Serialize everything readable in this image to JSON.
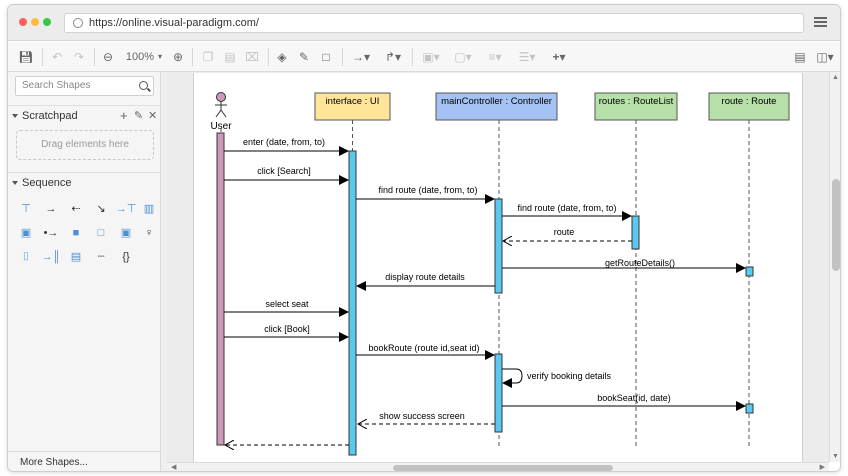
{
  "browser": {
    "url": "https://online.visual-paradigm.com/",
    "dot_colors": [
      "#fc605b",
      "#fdbc40",
      "#34c84a"
    ]
  },
  "toolbar": {
    "zoom": "100%",
    "icons": [
      "save-icon",
      "undo-icon",
      "redo-icon",
      "zoom-out-icon",
      "zoom-in-icon",
      "copy-icon",
      "paste-icon",
      "delete-icon",
      "fill-color-icon",
      "line-color-icon",
      "shadow-icon",
      "connector-icon",
      "waypoint-icon",
      "to-front-icon",
      "to-back-icon",
      "align-icon",
      "distribute-icon",
      "insert-icon",
      "format-panel-icon",
      "layout-panel-icon"
    ]
  },
  "sidebar": {
    "search_placeholder": "Search Shapes",
    "scratchpad_label": "Scratchpad",
    "drag_hint": "Drag elements here",
    "sequence_label": "Sequence",
    "more_shapes": "More Shapes..."
  },
  "diagram": {
    "actor": "User",
    "lifelines": [
      {
        "label": "interface : UI",
        "color": "#ffe599"
      },
      {
        "label": "mainController : Controller",
        "color": "#a4c2f4"
      },
      {
        "label": "routes : RouteList",
        "color": "#b6e0a8"
      },
      {
        "label": "route : Route",
        "color": "#b6e0a8"
      }
    ],
    "messages": [
      "enter (date, from, to)",
      "click [Search]",
      "find route (date, from, to)",
      "find route (date, from, to)",
      "route",
      "getRouteDetails()",
      "display route details",
      "select seat",
      "click [Book]",
      "bookRoute (route id,seat id)",
      "verify booking details",
      "bookSeat(id, date)",
      "show success screen"
    ],
    "colors": {
      "activation": "#5ac8f0",
      "actor_activation": "#cc99bb"
    }
  }
}
